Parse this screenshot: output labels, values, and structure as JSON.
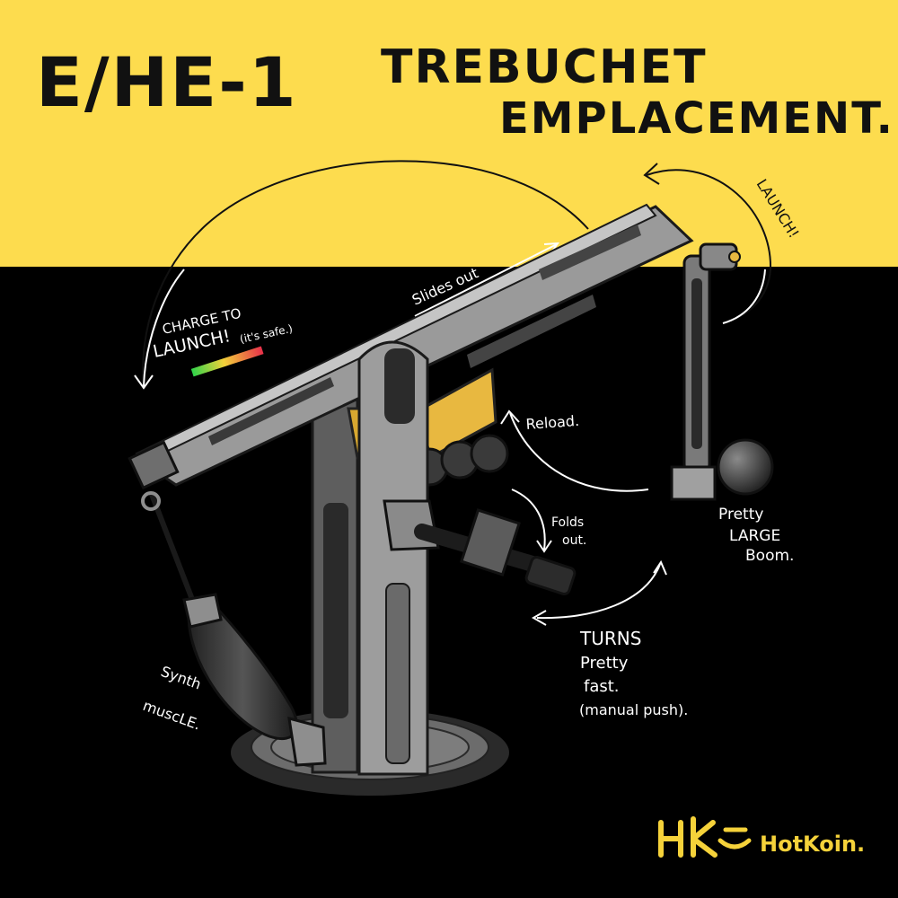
{
  "title": {
    "code": "E/HE-1",
    "line1": "TREBUCHET",
    "line2": "EMPLACEMENT."
  },
  "annotations": {
    "launch": "LAUNCH!",
    "slides_out": "Slides out",
    "charge_line1": "CHARGE TO",
    "charge_line2": "LAUNCH!",
    "charge_aside": "(it's safe.)",
    "reload": "Reload.",
    "folds_out_line1": "Folds",
    "folds_out_line2": "out.",
    "boom_line1": "Pretty",
    "boom_line2": "LARGE",
    "boom_line3": "Boom.",
    "turns_line1": "TURNS",
    "turns_line2": "Pretty",
    "turns_line3": "fast.",
    "turns_line4": "(manual push).",
    "muscle_line1": "Synth",
    "muscle_line2": "muscLE."
  },
  "brand": {
    "mark": "HK",
    "name": "HotKoin."
  },
  "colors": {
    "yellow": "#FDDC4E",
    "black": "#000000",
    "metal": "#8E8E8E",
    "metal_dark": "#5E5E5E",
    "metal_light": "#B8B8B8",
    "ammo": "#E8B840",
    "brand": "#F5D23A"
  },
  "icons": {
    "charge_meter": "gradient-charge-bar-icon",
    "brand_logo": "hk-smile-logo-icon"
  }
}
